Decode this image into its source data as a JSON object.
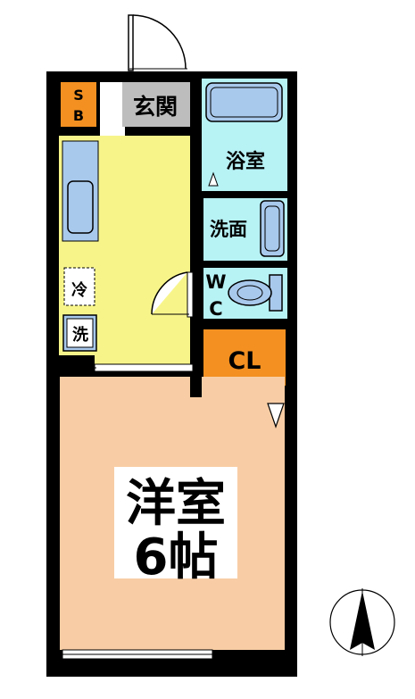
{
  "rooms": {
    "sb": "SB",
    "genkan": "玄関",
    "bath": "浴室",
    "washroom": "洗面",
    "wc_top": "W",
    "wc_bottom": "C",
    "closet": "CL",
    "refrigerator": "冷",
    "washer": "洗",
    "main_room_line1": "洋室",
    "main_room_line2": "6帖"
  },
  "colors": {
    "wall": "#000000",
    "kitchen_floor": "#f7f58a",
    "wet_area": "#b7f2f5",
    "fixture": "#a9c9ec",
    "main_room_floor": "#f8cda5",
    "storage_orange": "#f39021",
    "entrance_gray": "#bdbdbd"
  }
}
